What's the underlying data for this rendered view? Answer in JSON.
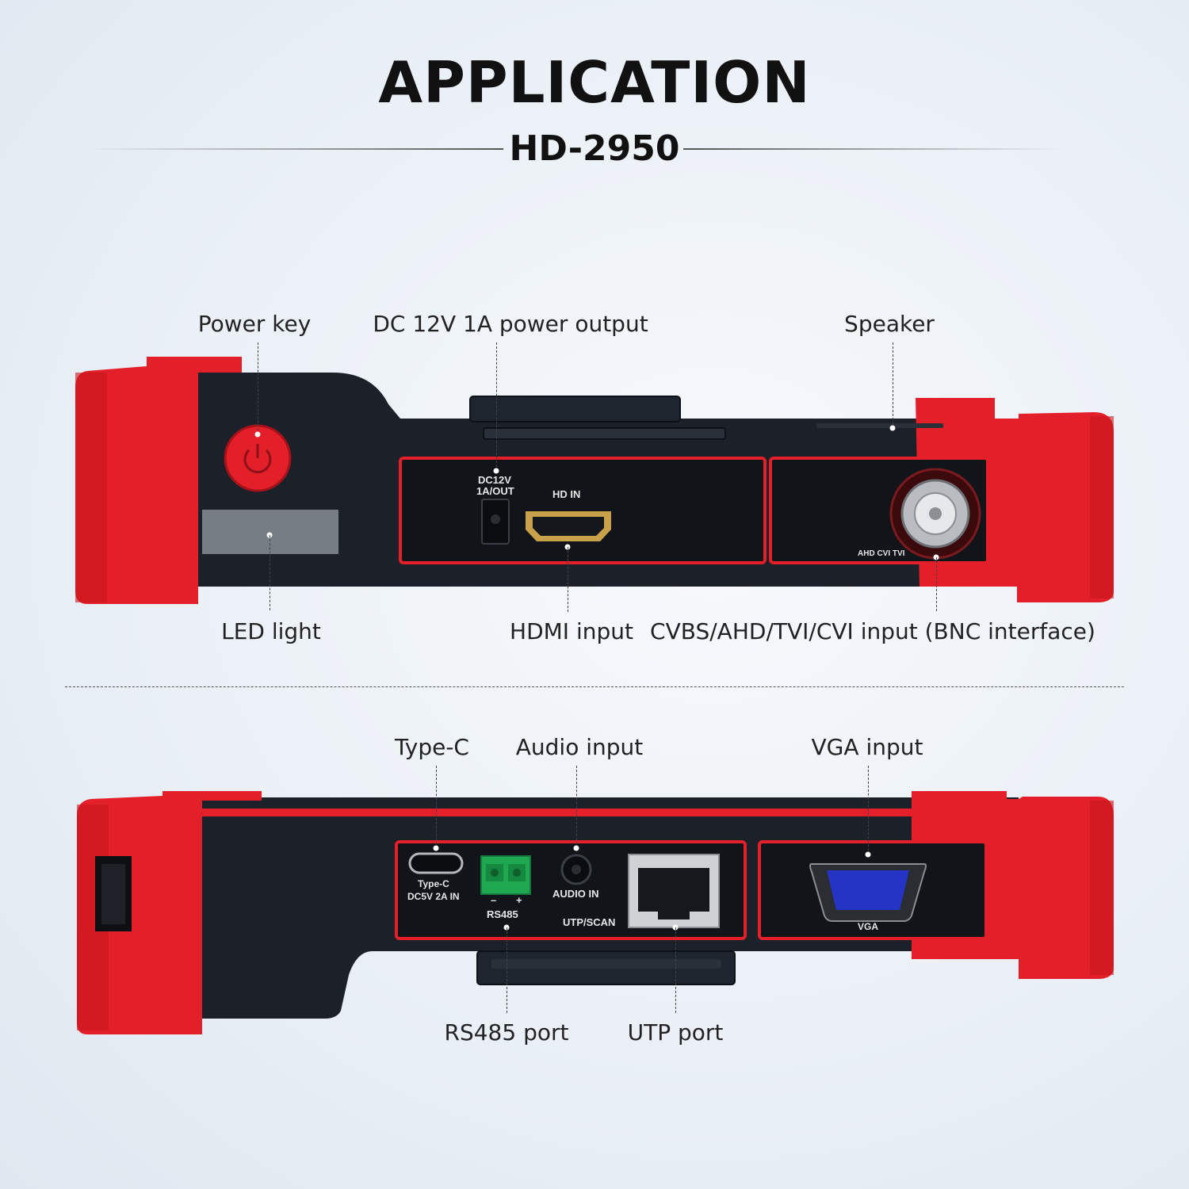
{
  "header": {
    "title": "APPLICATION",
    "model": "HD-2950"
  },
  "colors": {
    "accent_red": "#e3202a",
    "body_dark": "#1c2129",
    "vga_blue": "#2534c4",
    "terminal_green": "#1fa84f"
  },
  "top_view": {
    "callouts": {
      "power_key": "Power key",
      "dc_output": "DC 12V 1A power output",
      "speaker": "Speaker",
      "led_light": "LED light",
      "hdmi_input": "HDMI input",
      "bnc_input": "CVBS/AHD/TVI/CVI input (BNC interface)"
    },
    "printed_labels": {
      "dc_line1": "DC12V",
      "dc_line2": "1A/OUT",
      "hd_in": "HD IN",
      "bnc_modes": "AHD CVI TVI"
    },
    "icons": {
      "power": "power-icon"
    }
  },
  "bottom_view": {
    "callouts": {
      "type_c": "Type-C",
      "audio_input": "Audio input",
      "vga_input": "VGA input",
      "rs485_port": "RS485 port",
      "utp_port": "UTP port"
    },
    "printed_labels": {
      "typec_line1": "Type-C",
      "typec_line2": "DC5V 2A IN",
      "rs485_minus": "–",
      "rs485_plus": "+",
      "rs485": "RS485",
      "audio_in": "AUDIO IN",
      "utp_scan": "UTP/SCAN",
      "vga": "VGA"
    }
  }
}
